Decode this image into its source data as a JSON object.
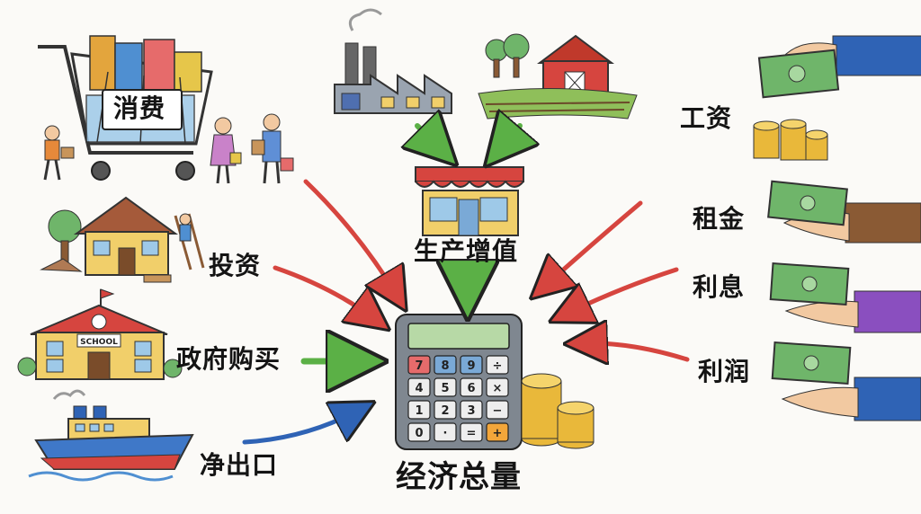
{
  "labels": {
    "consumption": "消费",
    "investment": "投资",
    "government": "政府购买",
    "net_exports": "净出口",
    "production": "生产增值",
    "total": "经济总量",
    "wages": "工资",
    "rent": "租金",
    "interest": "利息",
    "profit": "利润"
  },
  "school_sign": "SCHOOL",
  "calculator_keys": [
    [
      "7",
      "8",
      "9",
      "÷"
    ],
    [
      "4",
      "5",
      "6",
      "×"
    ],
    [
      "1",
      "2",
      "3",
      "−"
    ],
    [
      "0",
      "·",
      "=",
      "+"
    ]
  ],
  "colors": {
    "red_arrow": "#d6453f",
    "green_arrow": "#5bb046",
    "blue_arrow": "#2f63b5",
    "money": "#6fb56a",
    "coin": "#e9b83a"
  }
}
